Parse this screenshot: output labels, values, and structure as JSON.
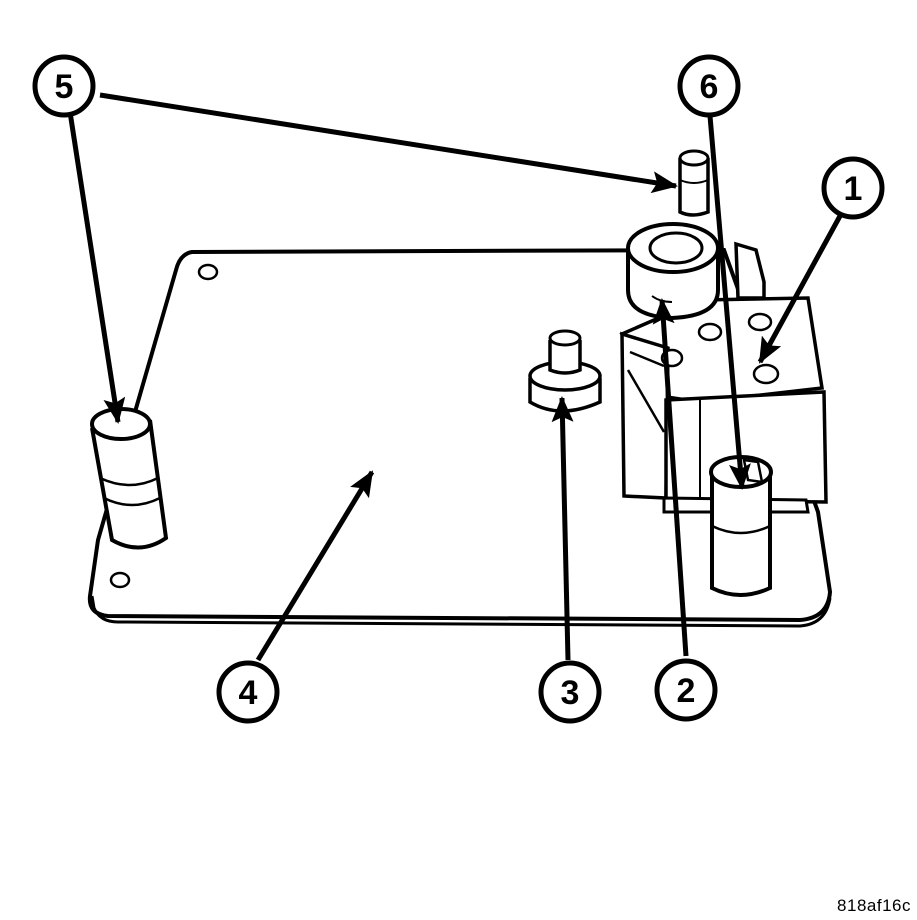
{
  "callouts": {
    "c1": "1",
    "c2": "2",
    "c3": "3",
    "c4": "4",
    "c5": "5",
    "c6": "6"
  },
  "figure_code": "818af16c",
  "colors": {
    "line": "#000000",
    "fill": "#ffffff",
    "shade": "#e8e8e8"
  }
}
